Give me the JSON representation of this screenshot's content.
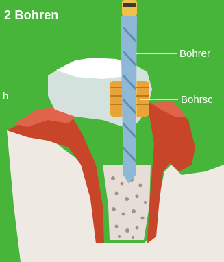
{
  "heading": {
    "number": "2",
    "text": "Bohren"
  },
  "labels": {
    "drill": "Bohrer",
    "sleeve": "Bohrsc",
    "left_fragment": "h"
  },
  "colors": {
    "background": "#46b53a",
    "gum": "#c8452a",
    "bone": "#f0ebe6",
    "drill": "#8fb7d6",
    "guide": "#e8a33a"
  }
}
